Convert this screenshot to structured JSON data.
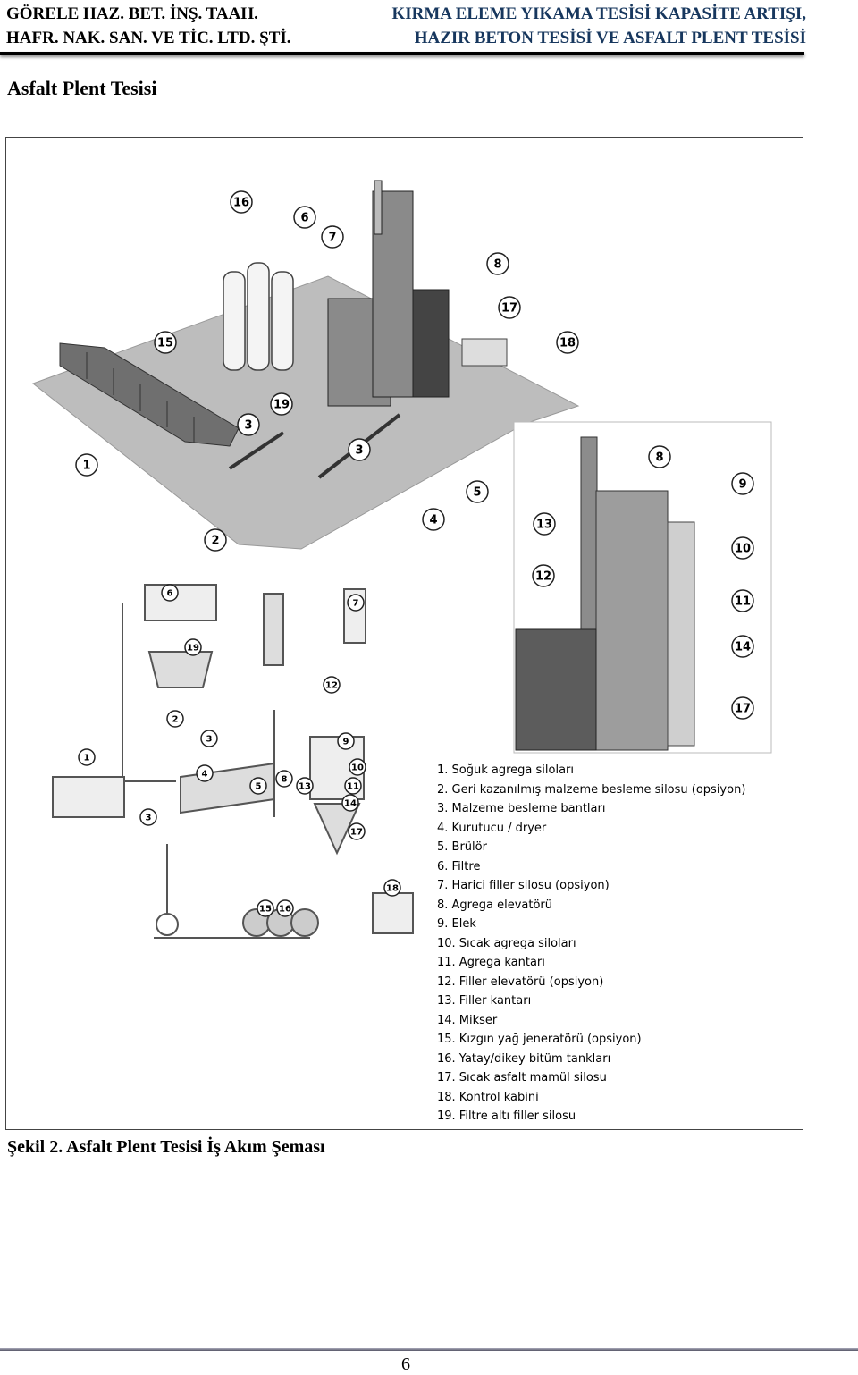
{
  "header": {
    "company_line1": "GÖRELE HAZ. BET. İNŞ. TAAH.",
    "company_line2": "HAFR. NAK. SAN. VE TİC. LTD. ŞTİ.",
    "project_line1": "KIRMA ELEME YIKAMA TESİSİ KAPASİTE ARTIŞI,",
    "project_line2": "HAZIR BETON TESİSİ VE ASFALT PLENT TESİSİ"
  },
  "section_title": "Asfalt Plent Tesisi",
  "figure": {
    "callouts_aerial": [
      "16",
      "6",
      "7",
      "8",
      "17",
      "15",
      "18",
      "19",
      "3",
      "3",
      "1",
      "5",
      "4",
      "2"
    ],
    "callouts_closeup": [
      "8",
      "9",
      "13",
      "10",
      "12",
      "11",
      "14",
      "17"
    ],
    "callouts_schematic": [
      "6",
      "7",
      "19",
      "12",
      "2",
      "3",
      "9",
      "1",
      "4",
      "10",
      "5",
      "8",
      "13",
      "11",
      "14",
      "3",
      "17",
      "18",
      "15",
      "16"
    ],
    "legend": [
      "1. Soğuk agrega siloları",
      "2. Geri kazanılmış malzeme besleme silosu (opsiyon)",
      "3. Malzeme besleme bantları",
      "4. Kurutucu / dryer",
      "5. Brülör",
      "6. Filtre",
      "7. Harici filler silosu (opsiyon)",
      "8. Agrega elevatörü",
      "9. Elek",
      "10. Sıcak agrega siloları",
      "11. Agrega kantarı",
      "12. Filler elevatörü (opsiyon)",
      "13. Filler kantarı",
      "14. Mikser",
      "15. Kızgın yağ jeneratörü (opsiyon)",
      "16. Yatay/dikey bitüm tankları",
      "17. Sıcak asfalt mamül silosu",
      "18. Kontrol kabini",
      "19. Filtre altı filler silosu"
    ]
  },
  "caption": "Şekil 2. Asfalt Plent Tesisi İş Akım Şeması",
  "page_number": "6"
}
